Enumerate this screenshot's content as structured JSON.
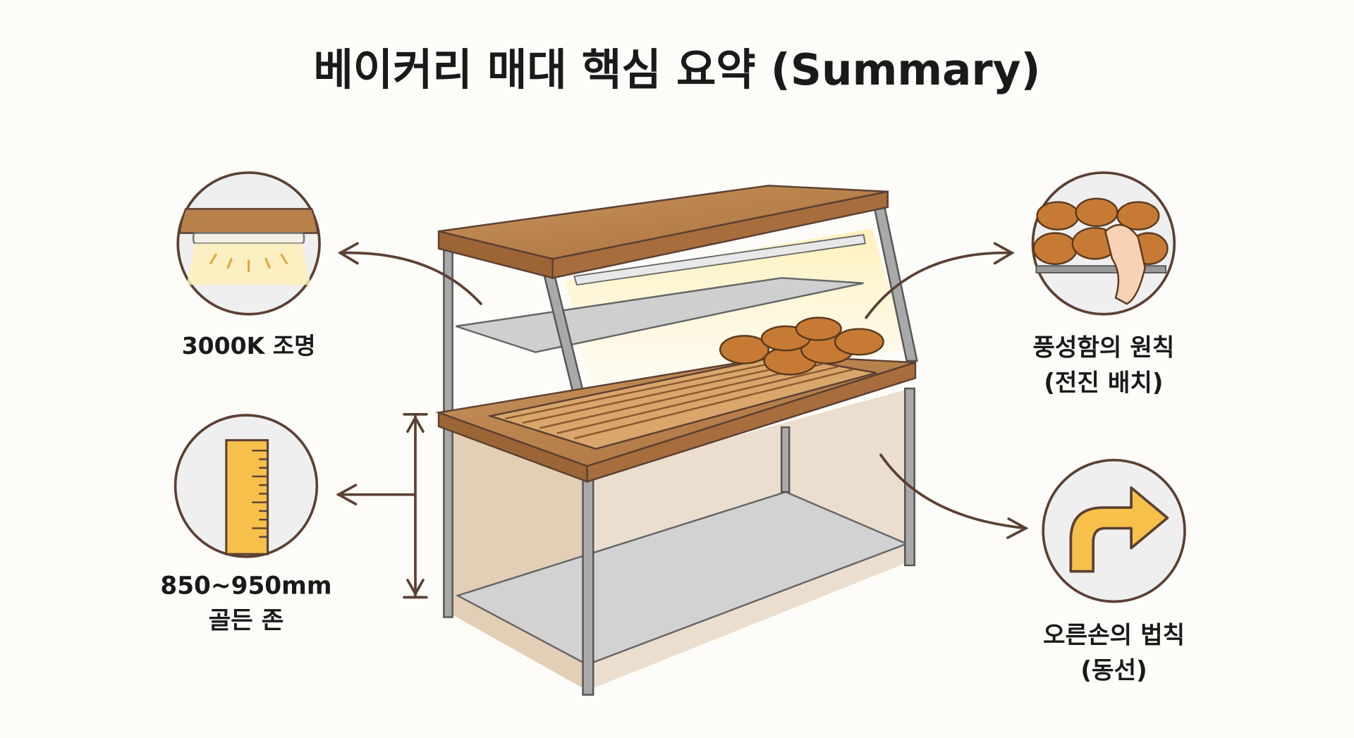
{
  "title": "베이커리 매대 핵심 요약 (Summary)",
  "callouts": {
    "lighting": {
      "label": "3000K 조명",
      "icon": "light-fixture-icon"
    },
    "height": {
      "label_line1": "850~950mm",
      "label_line2": "골든 존",
      "icon": "ruler-icon"
    },
    "abundance": {
      "label_line1": "풍성함의 원칙",
      "label_line2": "(전진 배치)",
      "icon": "bread-hand-icon"
    },
    "flow": {
      "label_line1": "오른손의 법칙",
      "label_line2": "(동선)",
      "icon": "turn-right-arrow-icon"
    }
  },
  "colors": {
    "background": "#fdfcf8",
    "outline": "#5b4033",
    "wood": "#b9814c",
    "metal": "#9a9a9a",
    "accent_yellow": "#f6c04a"
  }
}
